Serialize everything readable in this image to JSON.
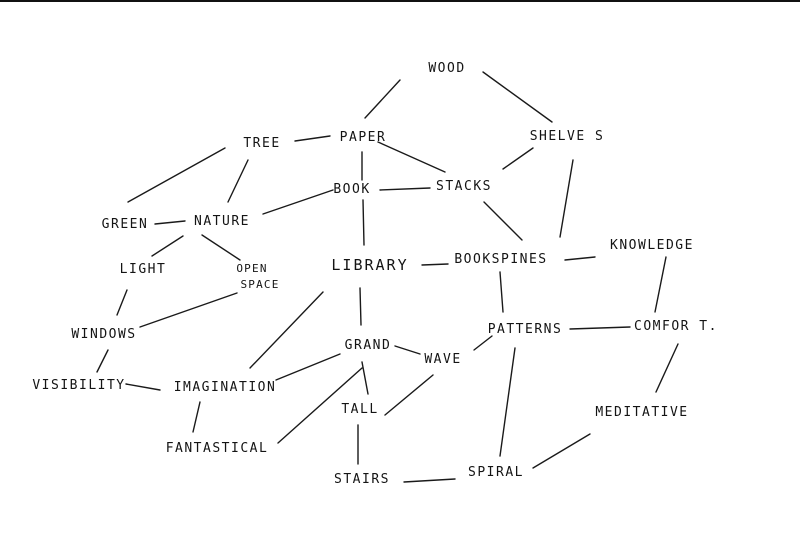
{
  "words": {
    "wood": "WOOD",
    "paper": "PAPER",
    "shelves": "SHELVE S",
    "tree": "TREE",
    "book": "BOOK",
    "stacks": "STACKS",
    "green": "GREEN",
    "nature": "NATURE",
    "light": "LIGHT",
    "open": "OPEN",
    "space": "SPACE",
    "library": "LIBRARY",
    "bookspines": "BOOKSPINES",
    "knowledge": "KNOWLEDGE",
    "windows": "WINDOWS",
    "patterns": "PATTERNS",
    "comfort": "COMFOR T.",
    "grand": "GRAND",
    "wave": "WAVE",
    "visibility": "VISIBILITY",
    "imagination": "IMAGINATION",
    "tall": "TALL",
    "meditative": "MEDITATIVE",
    "fantastical": "FANTASTICAL",
    "stairs": "STAIRS",
    "spiral": "SPIRAL"
  }
}
